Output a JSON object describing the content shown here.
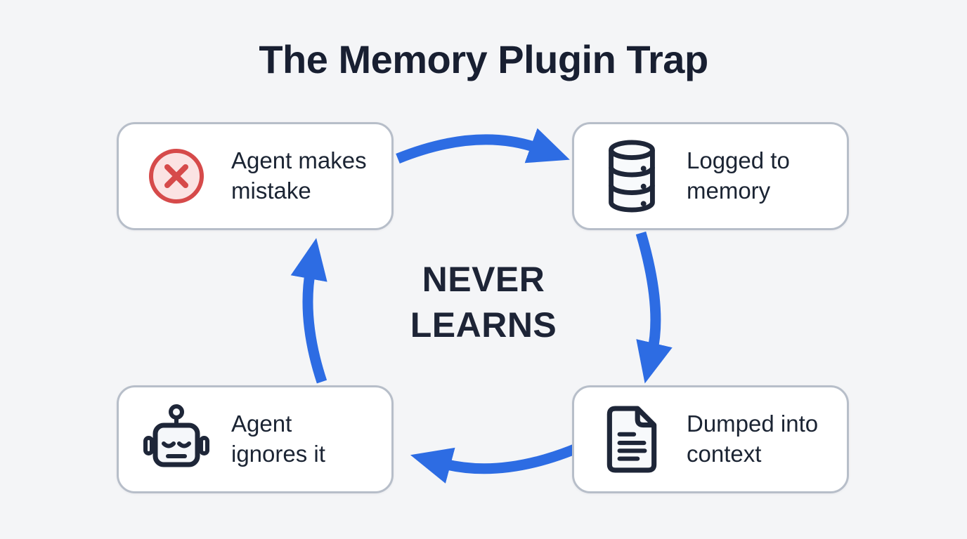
{
  "diagram_type": "cycle",
  "title": "The Memory Plugin Trap",
  "center_label": {
    "line1": "NEVER",
    "line2": "LEARNS"
  },
  "nodes": [
    {
      "id": "mistake",
      "icon": "error-x-icon",
      "line1": "Agent makes",
      "line2": "mistake"
    },
    {
      "id": "logged",
      "icon": "database-icon",
      "line1": "Logged to",
      "line2": "memory"
    },
    {
      "id": "dumped",
      "icon": "document-icon",
      "line1": "Dumped into",
      "line2": "context"
    },
    {
      "id": "ignores",
      "icon": "robot-icon",
      "line1": "Agent",
      "line2": "ignores it"
    }
  ],
  "arrows": [
    {
      "from": "mistake",
      "to": "logged"
    },
    {
      "from": "logged",
      "to": "dumped"
    },
    {
      "from": "dumped",
      "to": "ignores"
    },
    {
      "from": "ignores",
      "to": "mistake"
    }
  ],
  "colors": {
    "arrow_blue": "#2d6ce3",
    "navy_text": "#1b2433",
    "icon_navy": "#1e2638",
    "error_red": "#d64a4a",
    "error_red_fill": "#fbe3e3",
    "box_border": "#b7bec9",
    "box_fill": "#ffffff",
    "background": "#f4f5f7"
  }
}
